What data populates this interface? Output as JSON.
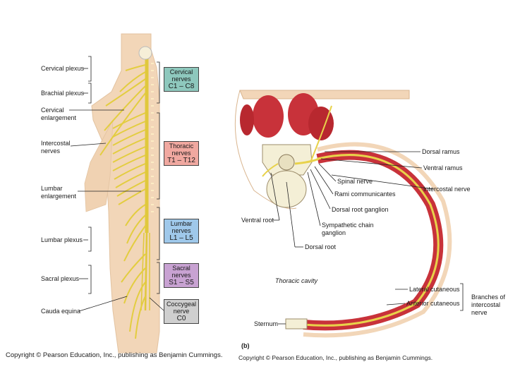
{
  "left_panel": {
    "labels": {
      "cervical_plexus": "Cervical plexus",
      "brachial_plexus": "Brachial plexus",
      "cervical_enlargement_1": "Cervical",
      "cervical_enlargement_2": "enlargement",
      "intercostal_nerves_1": "Intercostal",
      "intercostal_nerves_2": "nerves",
      "lumbar_enlargement_1": "Lumbar",
      "lumbar_enlargement_2": "enlargement",
      "lumbar_plexus": "Lumbar plexus",
      "sacral_plexus": "Sacral plexus",
      "cauda_equina": "Cauda equina"
    },
    "boxes": {
      "cervical": {
        "line1": "Cervical",
        "line2": "nerves",
        "range": "C1 – C8",
        "color": "#8ec8bd"
      },
      "thoracic": {
        "line1": "Thoracic",
        "line2": "nerves",
        "range": "T1 – T12",
        "color": "#f0a8a0"
      },
      "lumbar": {
        "line1": "Lumbar",
        "line2": "nerves",
        "range": "L1 – L5",
        "color": "#9fc8ea"
      },
      "sacral": {
        "line1": "Sacral",
        "line2": "nerves",
        "range": "S1 – S5",
        "color": "#c8a2d2"
      },
      "coccygeal": {
        "line1": "Coccygeal",
        "line2": "nerve",
        "range": "C0",
        "color": "#cfcfcf"
      }
    },
    "copyright": "Copyright © Pearson Education, Inc., publishing as Benjamin Cummings."
  },
  "right_panel": {
    "labels": {
      "dorsal_ramus": "Dorsal ramus",
      "ventral_ramus": "Ventral ramus",
      "spinal_nerve": "Spinal nerve",
      "intercostal_nerve": "Intercostal nerve",
      "rami_communicantes": "Rami communicantes",
      "dorsal_root_ganglion": "Dorsal root ganglion",
      "sympathetic_chain_1": "Sympathetic chain",
      "sympathetic_chain_2": "ganglion",
      "ventral_root": "Ventral root",
      "dorsal_root": "Dorsal root",
      "thoracic_cavity": "Thoracic cavity",
      "lateral_cutaneous": "Lateral cutaneous",
      "anterior_cutaneous": "Anterior cutaneous",
      "branches_1": "Branches of",
      "branches_2": "intercostal",
      "branches_3": "nerve",
      "sternum": "Sternum",
      "panel_letter": "(b)"
    },
    "copyright": "Copyright © Pearson Education, Inc., publishing as Benjamin Cummings."
  },
  "colors": {
    "skin": "#f2d6b8",
    "nerve": "#e8d24a",
    "muscle": "#c8323a",
    "bone": "#f4efd6"
  }
}
